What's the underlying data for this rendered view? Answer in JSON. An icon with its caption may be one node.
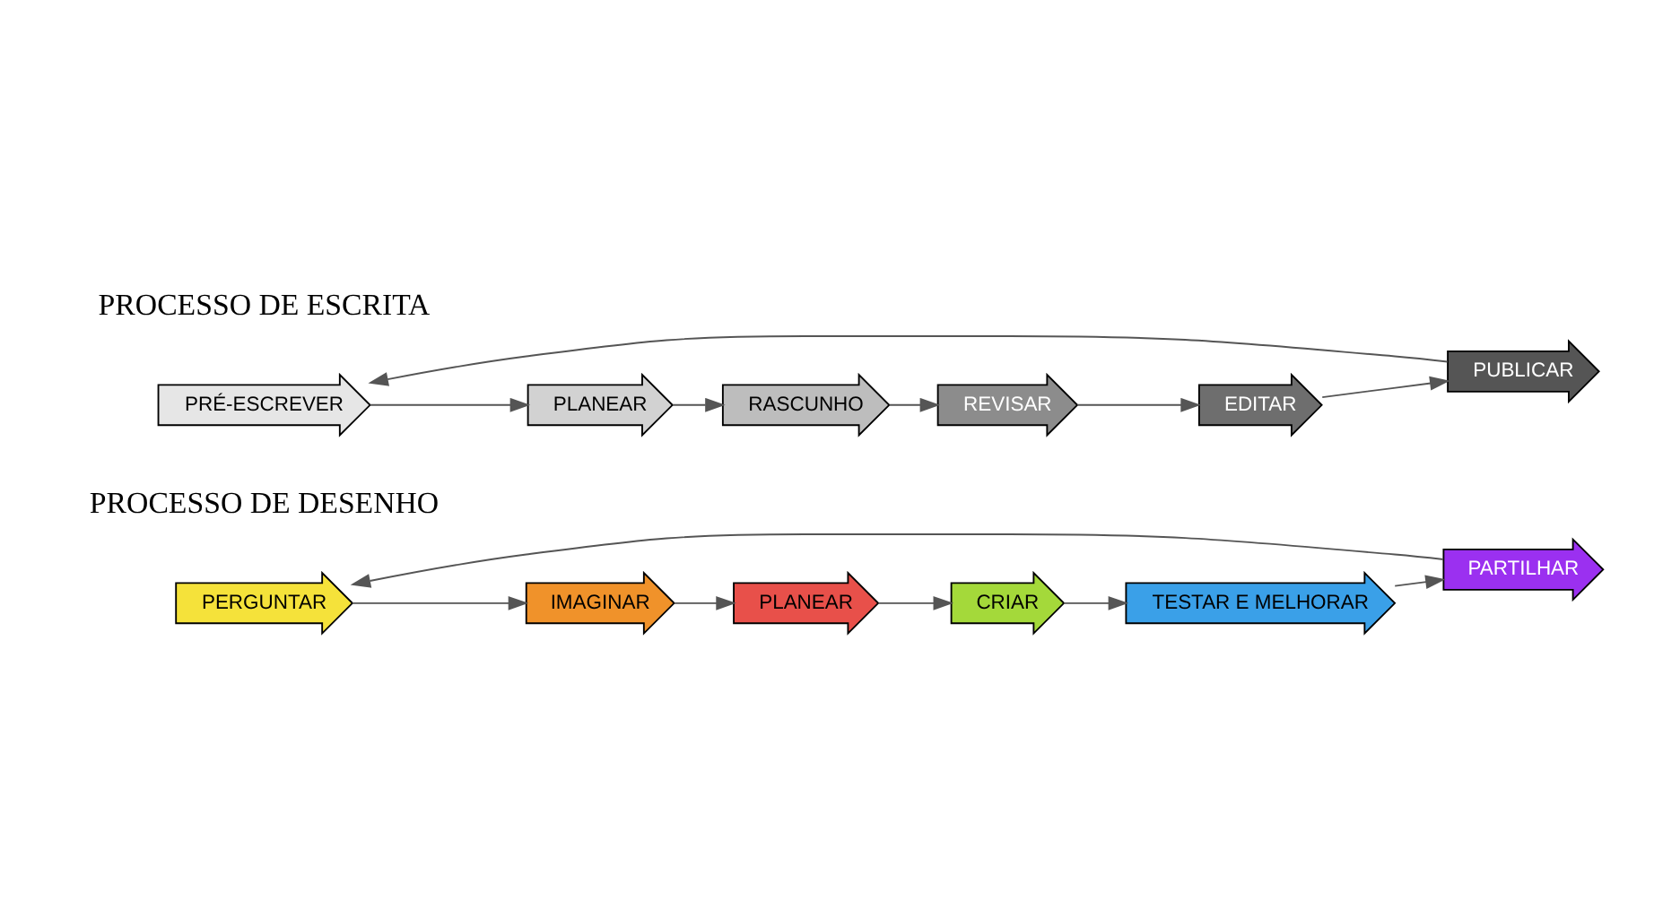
{
  "diagram": {
    "nodes": [
      {
        "text": [
          "PERGUNTAR"
        ]
      },
      {
        "text": [
          "IMAGINAR"
        ]
      },
      {
        "text": [
          "PLANEAR"
        ]
      },
      {
        "text": [
          "CRIAR"
        ]
      },
      {
        "text": [
          "TESTAR E MELHORAR"
        ]
      },
      {
        "text": [
          "PARTILHAR"
        ]
      },
      {
        "text": [
          "PRÉ-ESCREVER"
        ]
      },
      {
        "text": [
          "PLANEAR"
        ]
      },
      {
        "text": [
          "RASCUNHO"
        ]
      },
      {
        "text": [
          "REVISAR"
        ]
      },
      {
        "text": [
          "EDITAR"
        ]
      },
      {
        "text": [
          "PUBLICAR"
        ]
      }
    ],
    "edges": [
      {
        "from": 0,
        "to": 1,
        "arrow": "to"
      },
      {
        "from": 1,
        "to": 2,
        "arrow": "to"
      },
      {
        "from": 2,
        "to": 3,
        "arrow": "to"
      },
      {
        "from": 3,
        "to": 4,
        "arrow": "to"
      },
      {
        "from": 4,
        "to": 5,
        "arrow": "to"
      },
      {
        "from": 5,
        "to": 0,
        "arrow": "to"
      },
      {
        "from": 6,
        "to": 7,
        "arrow": "to"
      },
      {
        "from": 7,
        "to": 8,
        "arrow": "to"
      },
      {
        "from": 8,
        "to": 9,
        "arrow": "to"
      },
      {
        "from": 9,
        "to": 10,
        "arrow": "to"
      },
      {
        "from": 10,
        "to": 11,
        "arrow": "to"
      },
      {
        "from": 11,
        "to": 6,
        "arrow": "to"
      }
    ],
    "labels": [
      "PROCESSO DE DESENHO",
      "PROCESSO DE ESCRITA"
    ]
  }
}
